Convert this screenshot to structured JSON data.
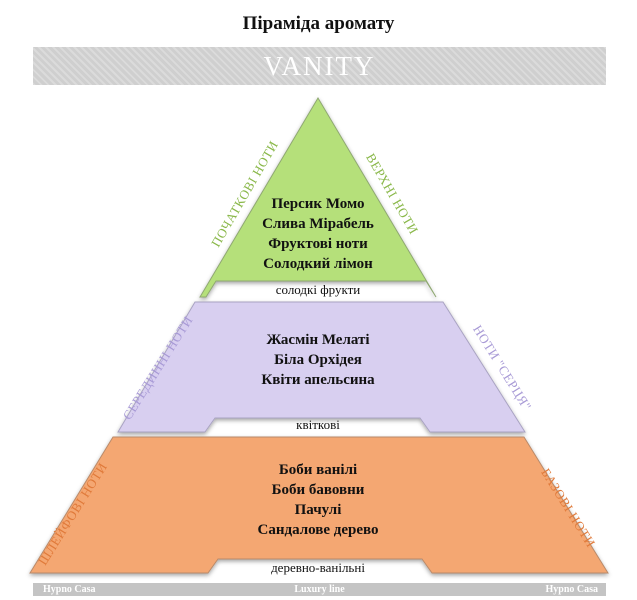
{
  "title": "Піраміда аромату",
  "banner": "VANITY",
  "top_tier": {
    "notes": [
      "Персик Момо",
      "Слива Мірабель",
      "Фруктові ноти",
      "Солодкий лімон"
    ],
    "left_label": "ПОЧАТКОВІ НОТИ",
    "right_label": "ВЕРХНІ НОТИ",
    "accord": "солодкі фрукти",
    "color": "#b5e07a"
  },
  "middle_tier": {
    "notes": [
      "Жасмін Мелаті",
      "Біла Орхідея",
      "Квіти апельсина"
    ],
    "left_label": "СЕРЕДИННІ НОТИ",
    "right_label": "НОТИ \"СЕРЦЯ\"",
    "accord": "квіткові",
    "color": "#d8cff0"
  },
  "base_tier": {
    "notes": [
      "Боби ванілі",
      "Боби бавовни",
      "Пачулі",
      "Сандалове дерево"
    ],
    "left_label": "ШЛЕЙФОВІ НОТИ",
    "right_label": "БАЗОВІ НОТИ",
    "accord": "деревно-ванільні",
    "color": "#f4a772"
  },
  "footer": {
    "left": "Hypno Casa",
    "center": "Luxury line",
    "right": "Hypno Casa"
  },
  "colors": {
    "top_label": "#8ab84a",
    "middle_label": "#a89ad6",
    "base_label": "#e07a3a"
  }
}
